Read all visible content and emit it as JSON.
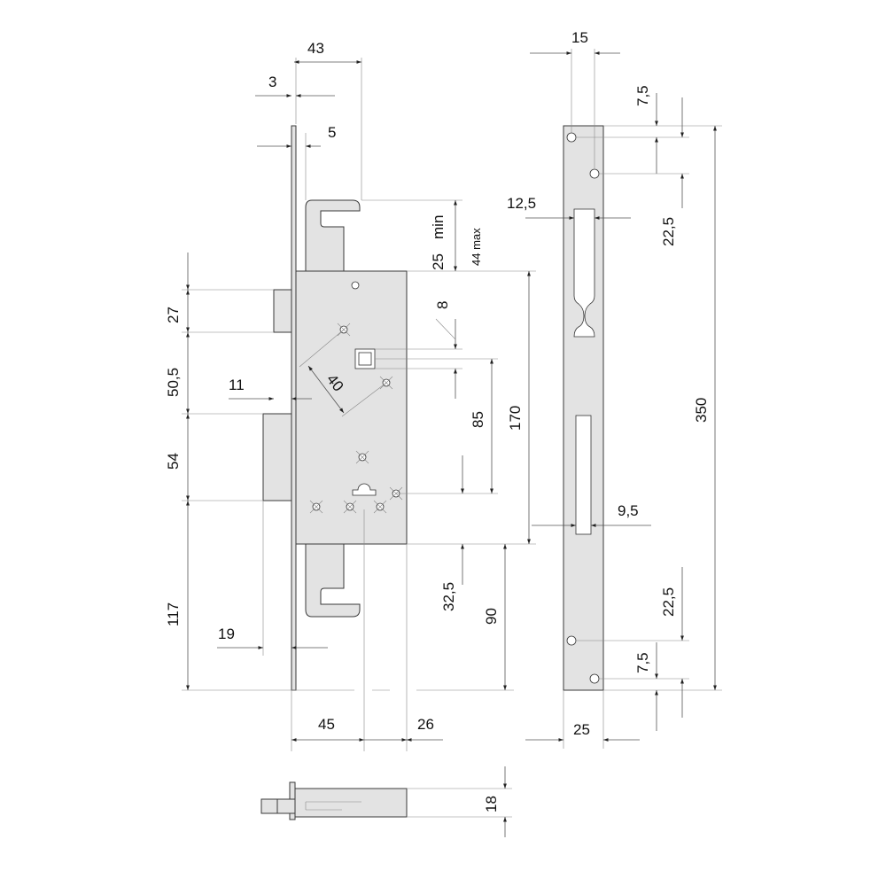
{
  "dimensions": {
    "d43": "43",
    "d3": "3",
    "d5": "5",
    "d25": "25",
    "dmin": "min",
    "d44max": "44 max",
    "d27": "27",
    "d50_5": "50,5",
    "d11": "11",
    "d40": "40",
    "d8": "8",
    "d85": "85",
    "d170": "170",
    "d54": "54",
    "d117": "117",
    "d19": "19",
    "d32_5": "32,5",
    "d90": "90",
    "d45": "45",
    "d26": "26",
    "d18": "18",
    "s15": "15",
    "s7_5_top": "7,5",
    "s12_5": "12,5",
    "s22_5_top": "22,5",
    "s350": "350",
    "s9_5": "9,5",
    "s22_5_bottom": "22,5",
    "s7_5_bottom": "7,5",
    "s25": "25"
  },
  "colors": {
    "part_fill": "#e3e3e3",
    "line": "#3a3a3a"
  }
}
